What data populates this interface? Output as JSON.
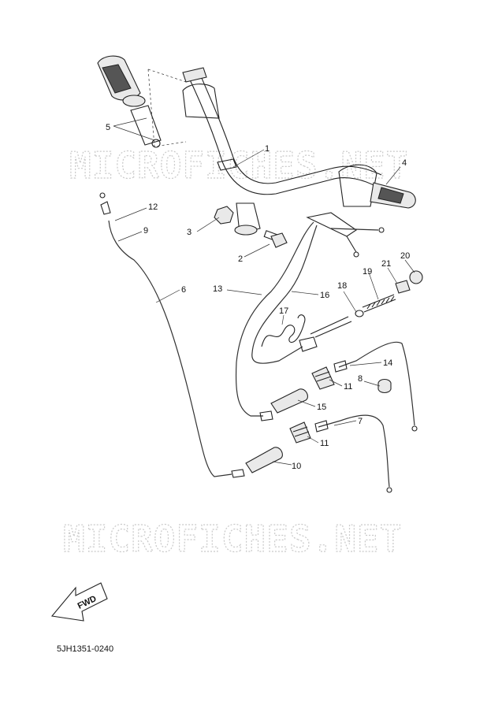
{
  "watermark": {
    "text": "MICROFICHES.NET"
  },
  "callouts": [
    "1",
    "2",
    "3",
    "4",
    "5",
    "6",
    "7",
    "8",
    "9",
    "10",
    "11",
    "11",
    "12",
    "13",
    "14",
    "15",
    "16",
    "17",
    "18",
    "19",
    "20",
    "21"
  ],
  "fwd_label": "FWD",
  "diagram_code": "5JH1351-0240"
}
